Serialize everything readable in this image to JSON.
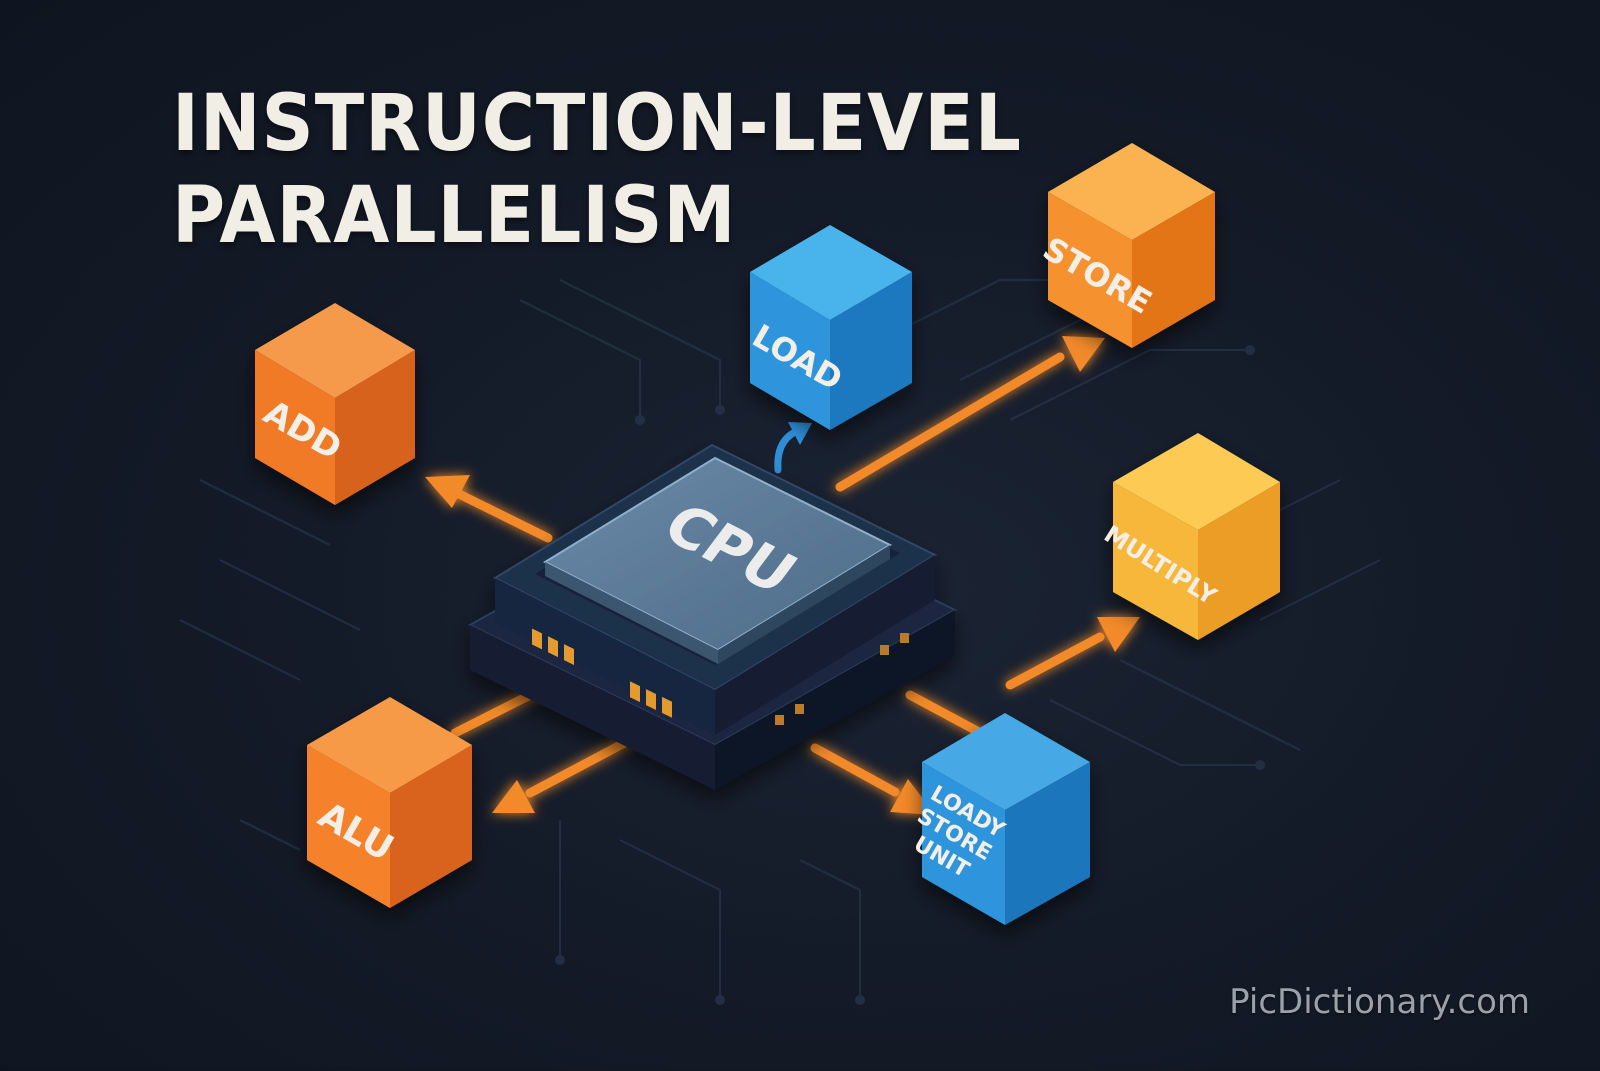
{
  "title": {
    "line1": "INSTRUCTION-LEVEL",
    "line2": "PARALLELISM"
  },
  "center": {
    "label": "CPU",
    "icon": "cpu-chip-icon"
  },
  "units": [
    {
      "id": "add",
      "label": "ADD",
      "color": "orange",
      "position": "left-upper"
    },
    {
      "id": "load",
      "label": "LOAD",
      "color": "blue",
      "position": "top-center"
    },
    {
      "id": "store",
      "label": "STORE",
      "color": "orange",
      "position": "top-right"
    },
    {
      "id": "multiply",
      "label": "MULTIPLY",
      "color": "yellow",
      "position": "right"
    },
    {
      "id": "alu",
      "label": "ALU",
      "color": "orange",
      "position": "left-lower"
    },
    {
      "id": "load-store-unit",
      "label_lines": [
        "LOADY",
        "STORE",
        "UNIT"
      ],
      "color": "blue",
      "position": "bottom-right"
    }
  ],
  "colors": {
    "background": "#141b28",
    "title": "#f1eee6",
    "orange": "#f07a28",
    "yellow": "#f6b73a",
    "blue": "#2f95dc",
    "arrow": "#f28a2a",
    "arrow_blue": "#2e8fd8",
    "chip_top": "#5b7a97",
    "chip_body": "#1d2d45",
    "pins": "#e39a2d"
  },
  "watermark": "PicDictionary.com"
}
